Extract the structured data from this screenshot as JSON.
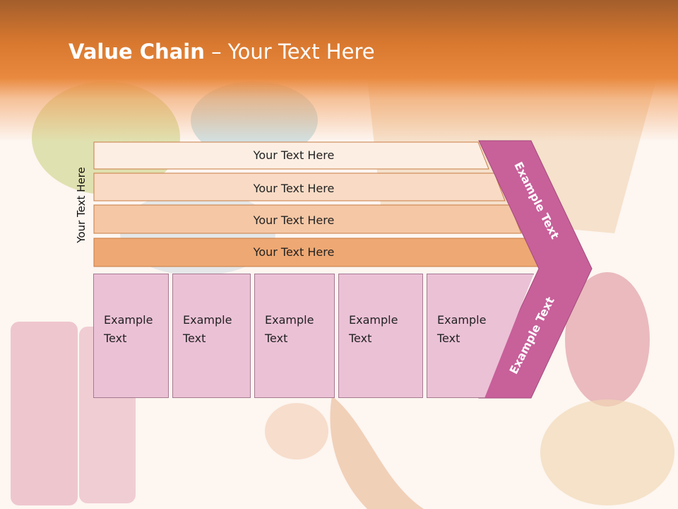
{
  "title": {
    "bold": "Value Chain",
    "rest": " – Your Text Here"
  },
  "side_label": "Your Text Here",
  "bars": [
    {
      "label": "Your Text Here",
      "color": "#fdeee3"
    },
    {
      "label": "Your Text Here",
      "color": "#f9dbc5"
    },
    {
      "label": "Your Text Here",
      "color": "#f5c7a5"
    },
    {
      "label": "Your Text Here",
      "color": "#eea873"
    }
  ],
  "boxes": [
    {
      "line1": "Example",
      "line2": "Text"
    },
    {
      "line1": "Example",
      "line2": "Text"
    },
    {
      "line1": "Example",
      "line2": "Text"
    },
    {
      "line1": "Example",
      "line2": "Text"
    },
    {
      "line1": "Example",
      "line2": "Text"
    }
  ],
  "chevron": {
    "upper_label": "Example Text",
    "lower_label": "Example Text",
    "color": "#c8609a"
  },
  "colors": {
    "header": "#e2843b",
    "box_fill": "#ebc1d6",
    "box_border": "#a67a91"
  }
}
